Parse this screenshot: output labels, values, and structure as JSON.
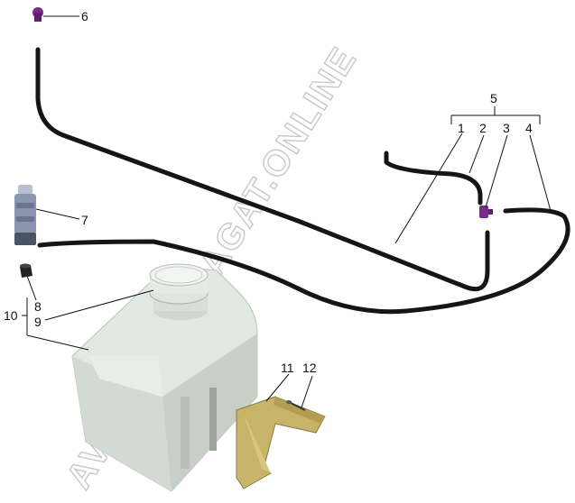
{
  "watermark": "AVTOSKLAD-AGAT.ONLINE",
  "callouts": {
    "c1": "1",
    "c2": "2",
    "c3": "3",
    "c4": "4",
    "c5": "5",
    "c6": "6",
    "c7": "7",
    "c8": "8",
    "c9": "9",
    "c10": "10",
    "c11": "11",
    "c12": "12"
  },
  "colors": {
    "hose": "#151515",
    "nozzle": "#7a2a8a",
    "pump": "#8a95b0",
    "tank": "#e2e8e2",
    "bracket": "#c8b468"
  }
}
